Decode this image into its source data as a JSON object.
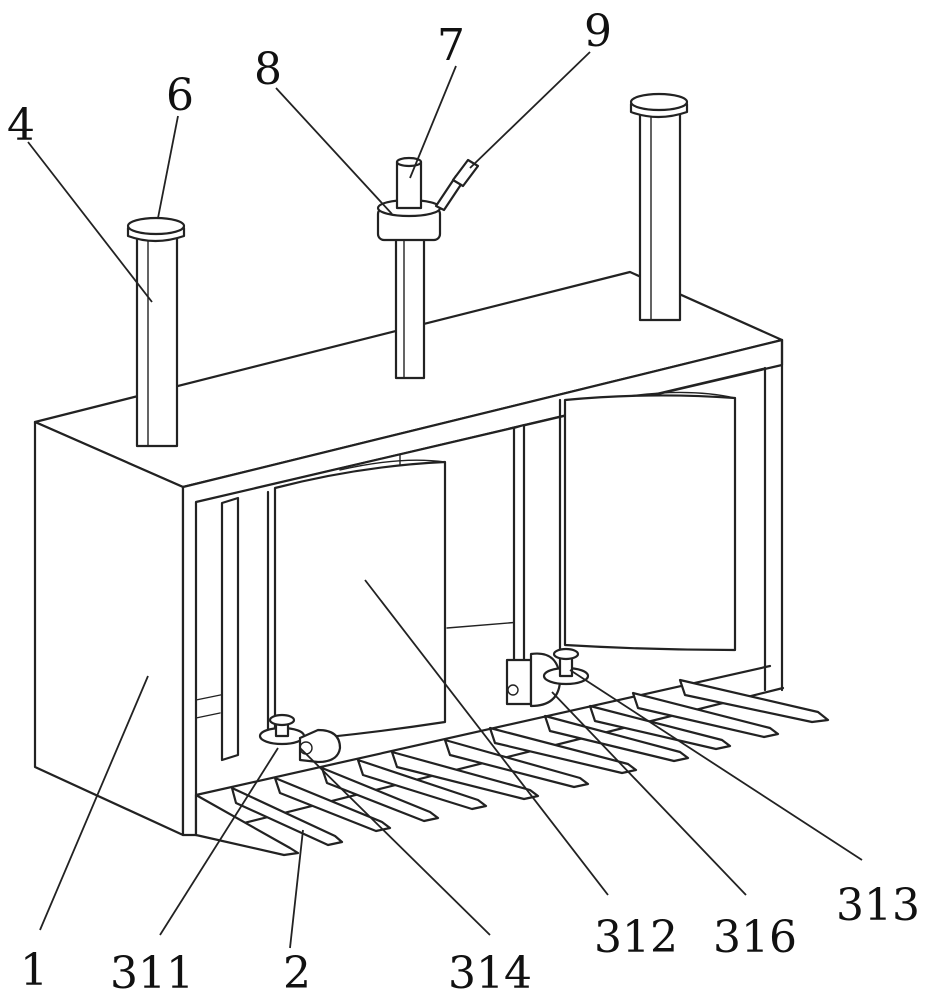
{
  "labels": {
    "l1": "1",
    "l2": "2",
    "l4": "4",
    "l6": "6",
    "l7": "7",
    "l8": "8",
    "l9": "9",
    "l311": "311",
    "l312": "312",
    "l313": "313",
    "l314": "314",
    "l316": "316"
  }
}
